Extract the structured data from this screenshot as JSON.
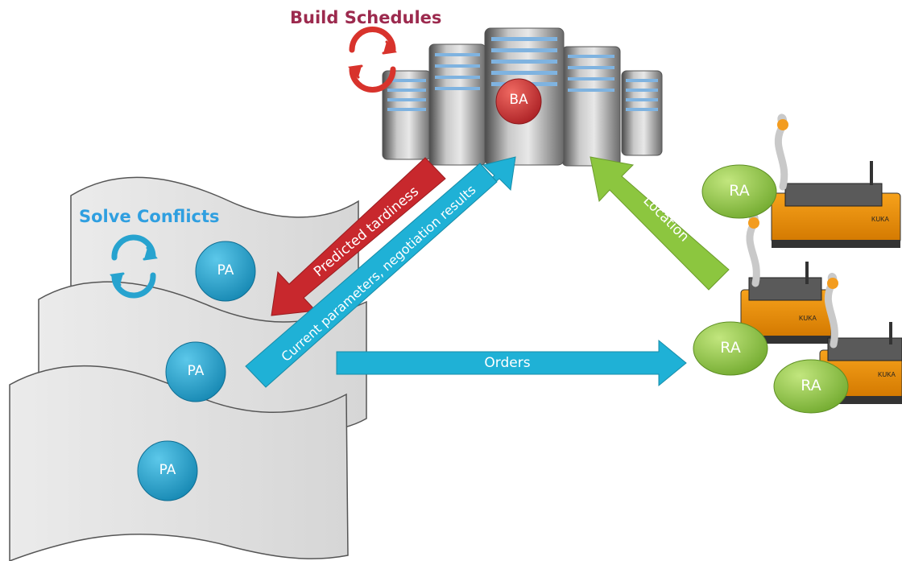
{
  "labels": {
    "build_schedules": "Build Schedules",
    "solve_conflicts": "Solve Conflicts"
  },
  "agents": {
    "ba": "BA",
    "pa": "PA",
    "ra": "RA"
  },
  "arrows": {
    "predicted_tardiness": "Predicted tardiness",
    "current_parameters": "Current parameters, negotiation results",
    "location": "Location",
    "orders": "Orders"
  },
  "robot_brand": "KUKA",
  "colors": {
    "red_arrow": "#c8282d",
    "blue_arrow": "#1fb1d6",
    "green_arrow": "#8cc63f",
    "pa_circle": "#1e9cc6",
    "ba_circle": "#c8282d",
    "ra_circle": "#8ec63e",
    "heading_red": "#9c2a4e",
    "heading_blue": "#2f9fe0"
  }
}
